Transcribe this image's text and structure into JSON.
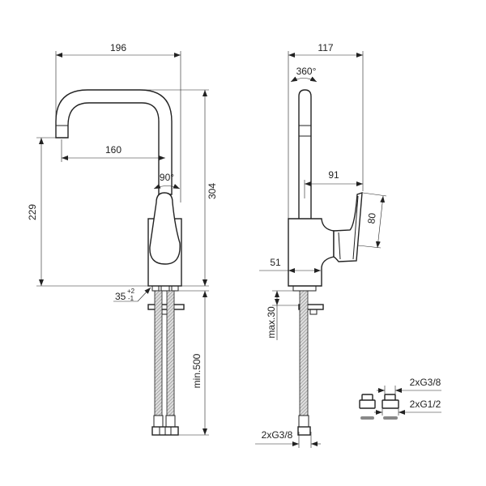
{
  "title": "Faucet dimension drawing",
  "colors": {
    "line": "#222222",
    "background": "#ffffff"
  },
  "front_view": {
    "overall_width": "196",
    "spout_reach": "160",
    "spout_height": "229",
    "total_height": "304",
    "lever_rotation": "90°",
    "hole_diameter": "35",
    "hole_tol_plus": "+2",
    "hole_tol_minus": "-1",
    "hose_length": "min.500"
  },
  "side_view": {
    "overall_depth": "117",
    "spout_rotation": "360°",
    "lever_reach": "91",
    "lever_height": "80",
    "body_depth": "51",
    "max_deck": "max.30",
    "hose_thread": "2xG3/8"
  },
  "adapters": {
    "thread_top": "2xG3/8",
    "thread_bottom": "2xG1/2"
  }
}
